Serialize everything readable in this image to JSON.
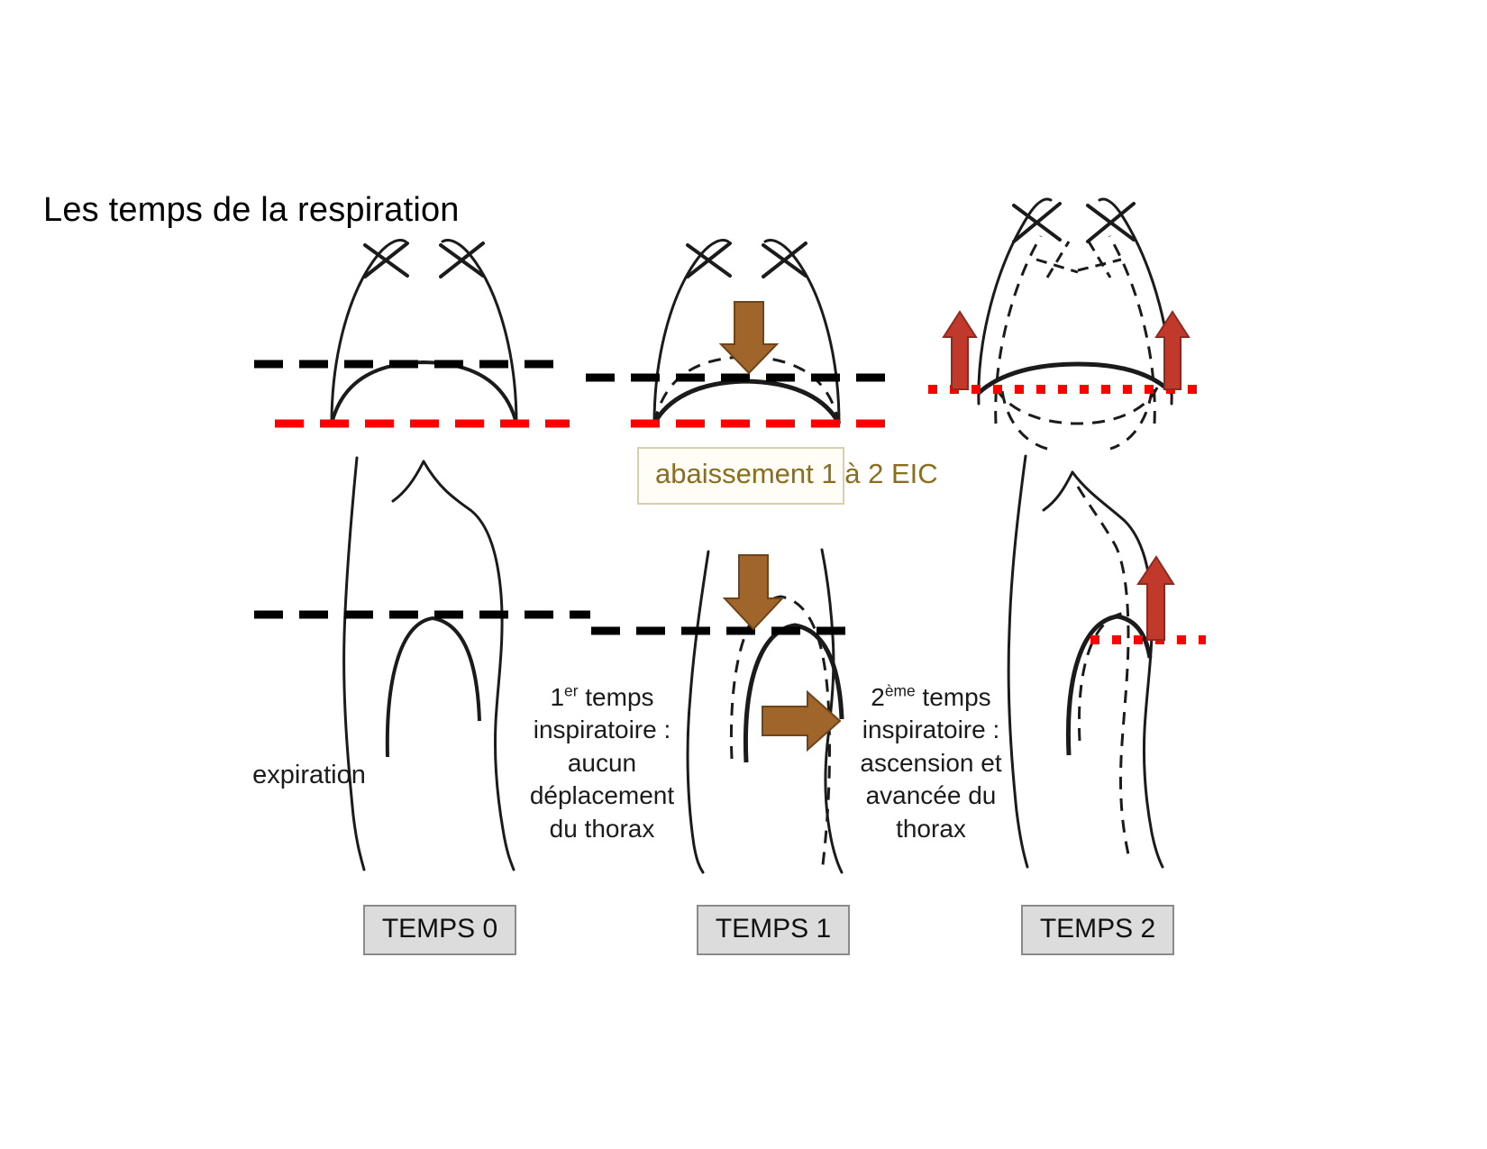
{
  "slide": {
    "title": "Les temps de la respiration",
    "background_color": "#ffffff"
  },
  "colors": {
    "brown_arrow": "#a0652b",
    "red_arrow": "#c0392b",
    "red_dashed_line": "#fe0000",
    "black_dashed_line": "#000000",
    "callout_text": "#8a6d1d",
    "callout_border": "#d8cfae",
    "stage_label_fill": "#dcdcdc",
    "stage_label_border": "#8a8a8a",
    "outline": "#1b1b1b"
  },
  "callouts": {
    "abaissement": "abaissement\n1 à 2 EIC"
  },
  "annotations": {
    "expiration": "expiration",
    "temps1_line1": "1",
    "temps1_sup": "er",
    "temps1_rest": " temps\ninspiratoire :\naucun\ndéplacement\ndu thorax",
    "temps2_line1": "2",
    "temps2_sup": "ème",
    "temps2_rest": " temps\ninspiratoire :\nascension et\navancée du\nthorax"
  },
  "stages": [
    {
      "label": "TEMPS 0",
      "phase": "expiration"
    },
    {
      "label": "TEMPS 1",
      "phase": "1er temps inspiratoire"
    },
    {
      "label": "TEMPS 2",
      "phase": "2ème temps inspiratoire"
    }
  ],
  "figure": {
    "panels": [
      {
        "name": "temps0-frontal",
        "view": "frontal",
        "has_black_dashed_reference": true,
        "has_red_dashed_reference": true,
        "arrows": []
      },
      {
        "name": "temps0-lateral",
        "view": "lateral",
        "has_black_dashed_reference": true,
        "arrows": []
      },
      {
        "name": "temps1-frontal",
        "view": "frontal",
        "has_black_dashed_reference": true,
        "has_red_dashed_reference": true,
        "arrows": [
          "down-brown"
        ]
      },
      {
        "name": "temps1-lateral",
        "view": "lateral",
        "has_black_dashed_reference": true,
        "arrows": [
          "down-brown",
          "right-brown"
        ]
      },
      {
        "name": "temps2-frontal",
        "view": "frontal",
        "has_red_dotted_reference": true,
        "arrows": [
          "up-red-left",
          "up-red-right"
        ]
      },
      {
        "name": "temps2-lateral",
        "view": "lateral",
        "has_red_dotted_reference": true,
        "arrows": [
          "up-red"
        ]
      }
    ]
  }
}
